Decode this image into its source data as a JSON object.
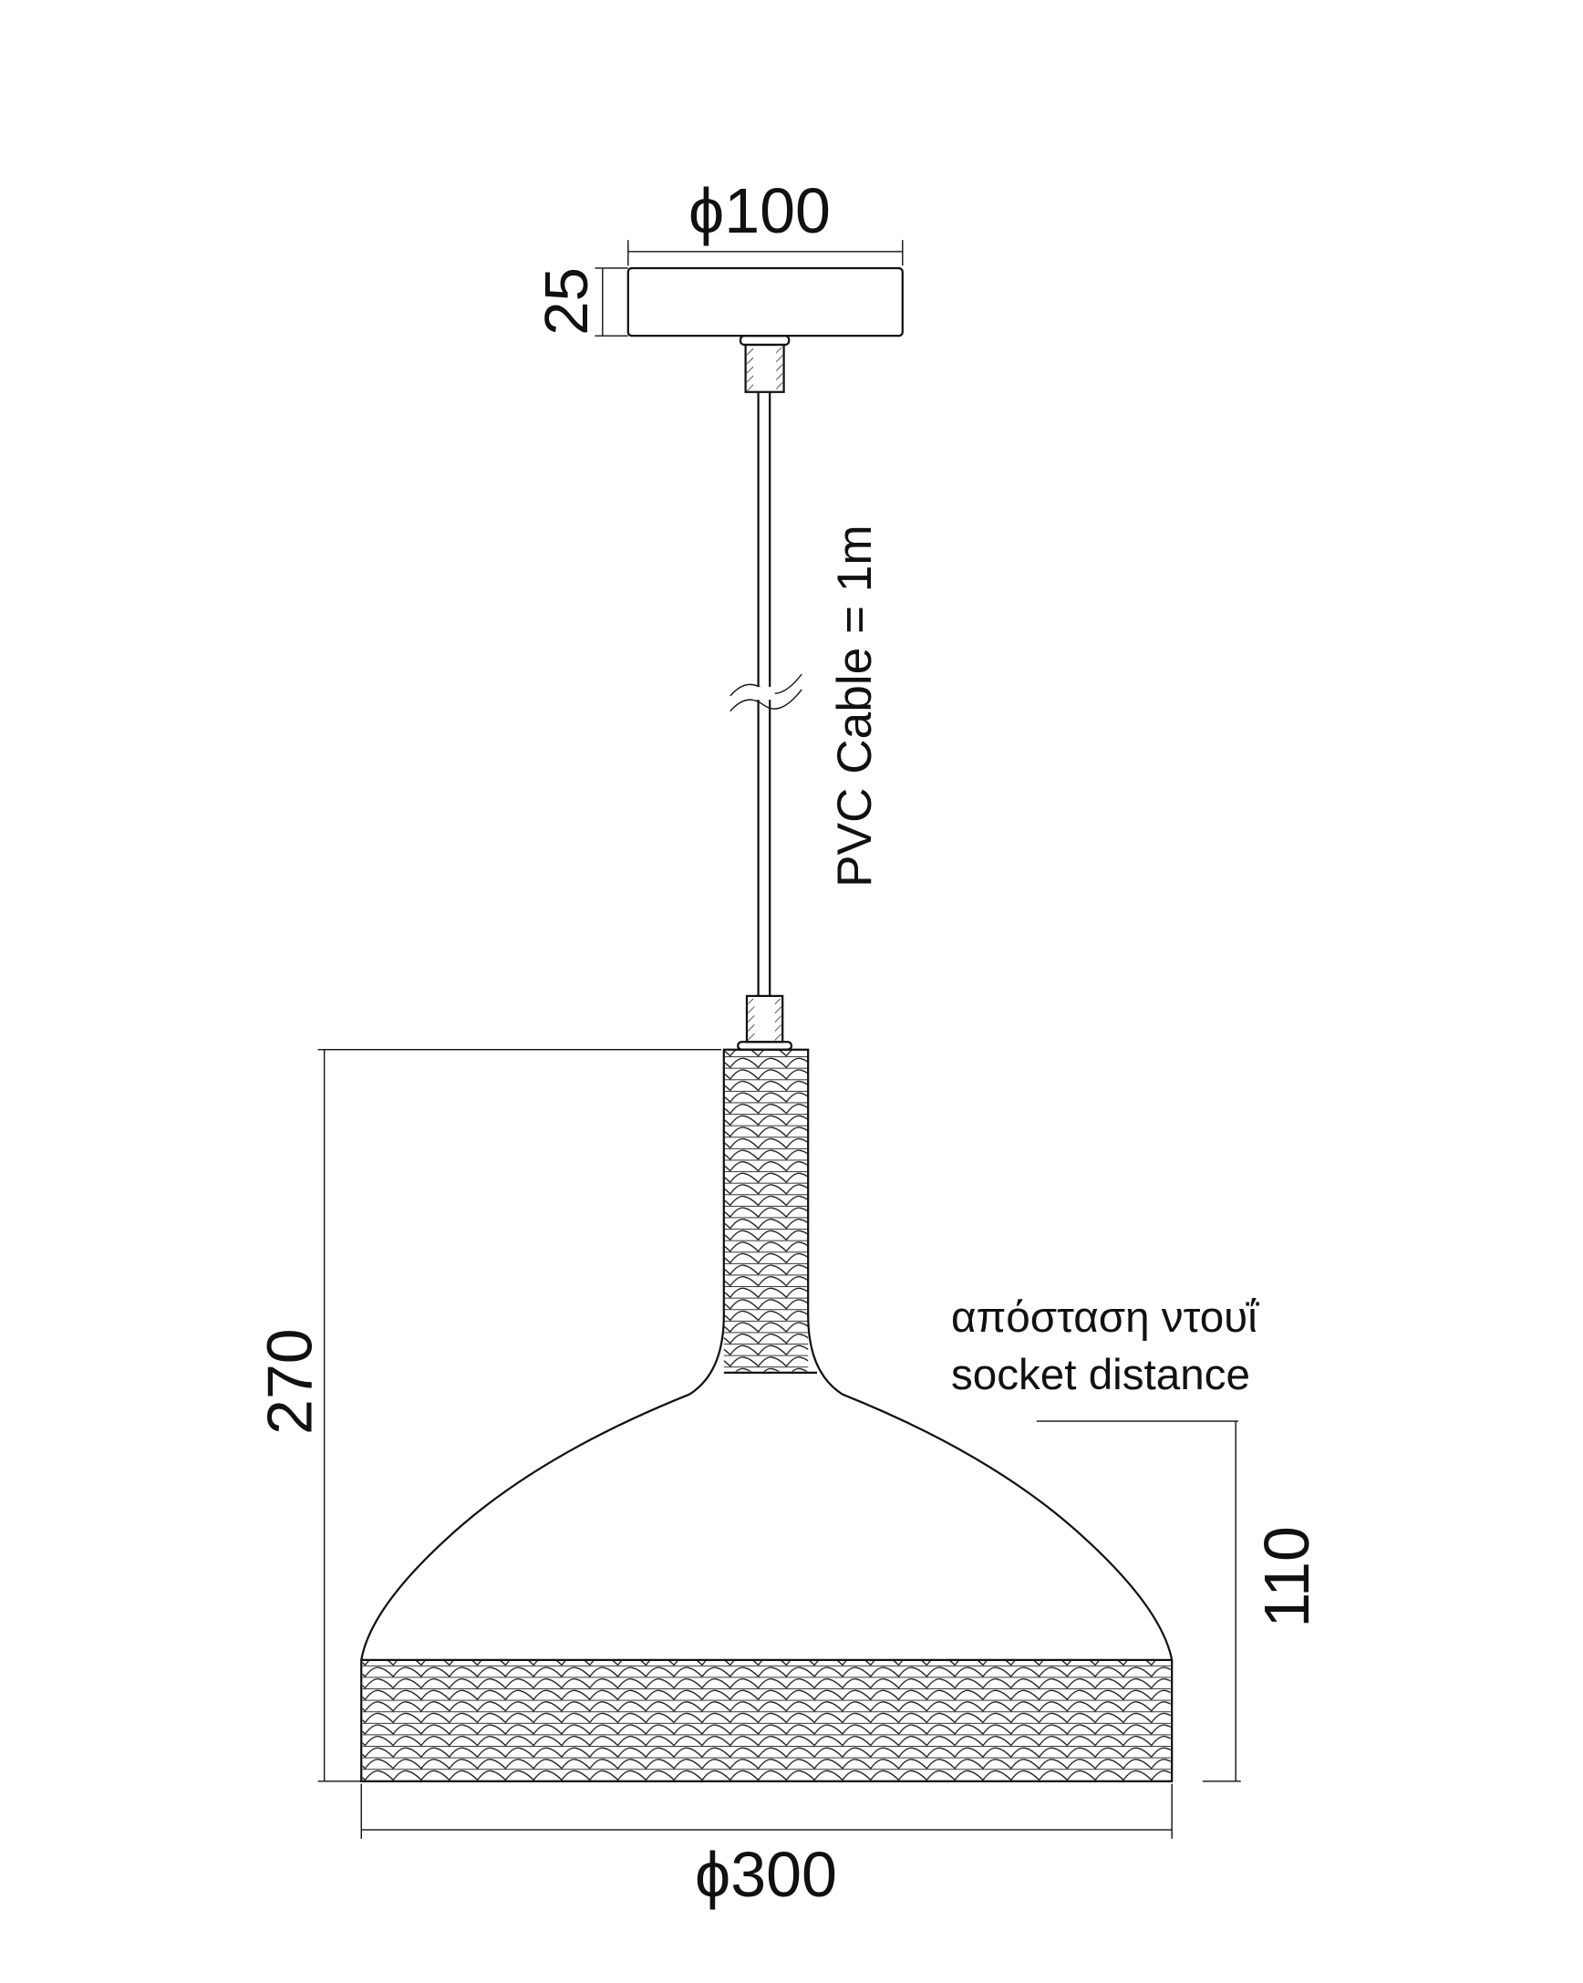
{
  "canopy": {
    "diameter_label": "ϕ100",
    "height_label": "25"
  },
  "cable": {
    "label": "PVC Cable = 1m"
  },
  "shade": {
    "height_label": "270",
    "diameter_label": "ϕ300"
  },
  "socket": {
    "label_greek": "απόσταση ντουΐ",
    "label_english": "socket distance",
    "distance_label": "110"
  },
  "colors": {
    "line": "#111111",
    "background": "#ffffff"
  }
}
